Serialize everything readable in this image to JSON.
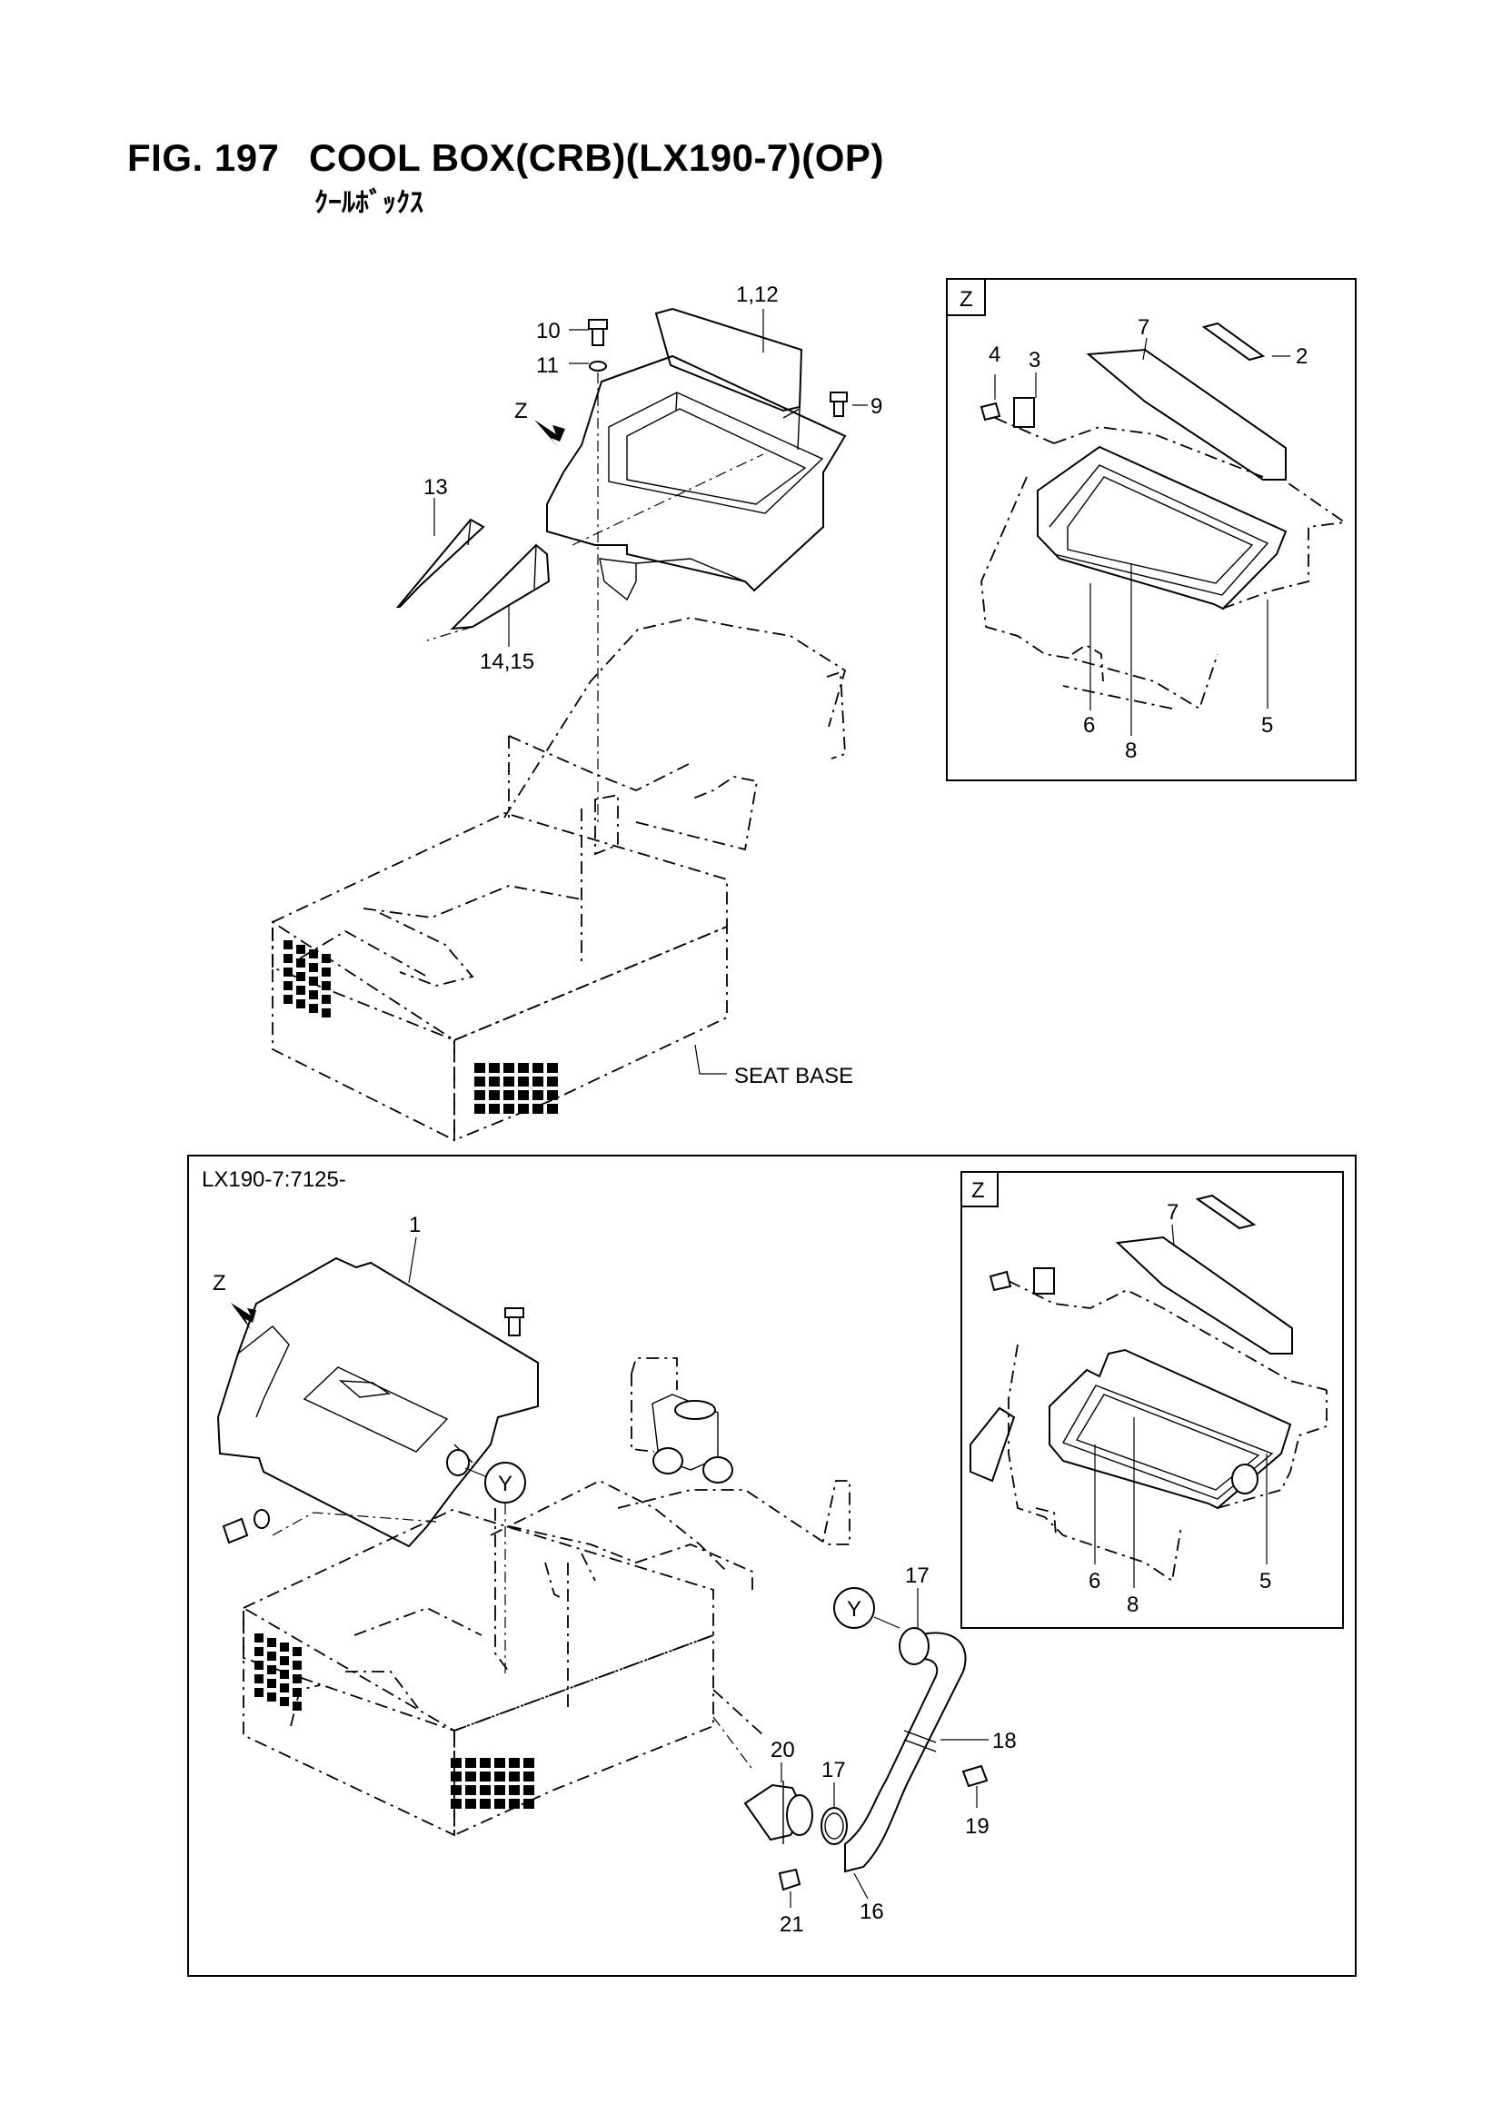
{
  "header": {
    "fig_number": "FIG. 197",
    "title": "COOL BOX(CRB)(LX190-7)(OP)",
    "subtitle": "ｸｰﾙﾎﾞｯｸｽ"
  },
  "top_section": {
    "labels": {
      "l1_12": "1,12",
      "l10": "10",
      "l11": "11",
      "l9": "9",
      "z_arrow": "Z",
      "l13": "13",
      "l14_15": "14,15",
      "seat_base": "SEAT BASE"
    },
    "detail_z": {
      "tag": "Z",
      "labels": {
        "l7": "7",
        "l2": "2",
        "l4": "4",
        "l3": "3",
        "l6": "6",
        "l8": "8",
        "l5": "5"
      }
    }
  },
  "bottom_section": {
    "serial_note": "LX190-7:7125-",
    "labels": {
      "l1": "1",
      "z_arrow": "Z",
      "y_top": "Y",
      "y_hose": "Y",
      "l17a": "17",
      "l18": "18",
      "l19": "19",
      "l20": "20",
      "l17b": "17",
      "l21": "21",
      "l16": "16"
    },
    "detail_z": {
      "tag": "Z",
      "labels": {
        "l7": "7",
        "l6": "6",
        "l8": "8",
        "l5": "5"
      }
    }
  }
}
